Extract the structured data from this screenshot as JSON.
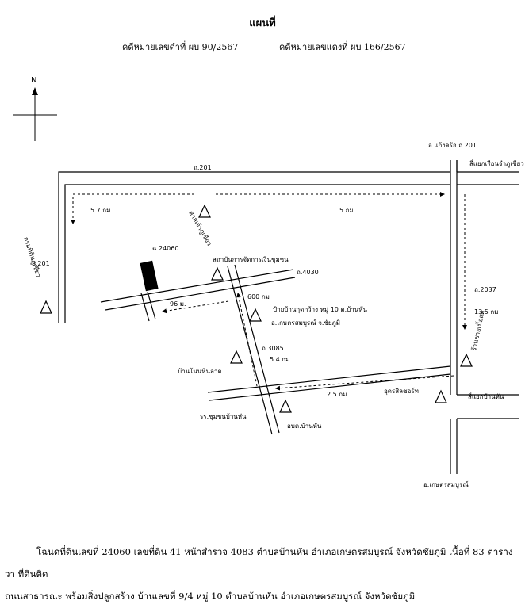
{
  "title": "แผนที่",
  "case_black": "คดีหมายเลขดำที่ ผบ 90/2567",
  "case_red": "คดีหมายเลขแดงที่ ผบ 166/2567",
  "north": "N",
  "labels": {
    "amphoe_kaengkhro": "อ.แก้งคร้อ ถ.201",
    "road201_top": "ถ.201",
    "road201_left": "ถ.201",
    "sae_ruenjam": "สี่แยกเรือนจำภูเขียว",
    "dist_5_7": "5.7 กม",
    "dist_5": "5 กม",
    "saan_chao": "ศาลเจ้าภูเขียว",
    "khoong_24060": "ฉ.24060",
    "sathaban": "สถาบันการจัดการเงินชุมชน",
    "road4030": "ถ.4030",
    "krom_thidin": "กรมที่ดินภูเขียว",
    "dist_600": "600 กม",
    "dist_96": "96 ม.",
    "pai_ban": "ป้ายบ้านกุดกว้าง หมู่ 10 ต.บ้านหัน",
    "amphoe_kaset": "อ.เกษตรสมบูรณ์ จ.ชัยภูมิ",
    "road3085": "ถ.3085",
    "dist_5_4": "5.4 กม",
    "road2037": "ถ.2037",
    "dist_13_5": "13.5 กม",
    "ran_khai": "ร้านขายเนื้อสด",
    "ban_non": "บ้านโนนหินลาด",
    "dist_2_5": "2.5 กม",
    "udon_sil": "อุดรสิลชอร์ท",
    "sae_banhan": "สี่แยกบ้านหัน",
    "school": "รร.ชุมชนบ้านหัน",
    "tambon_banhan": "อบต.บ้านหัน",
    "kaset_bottom": "อ.เกษตรสมบูรณ์"
  },
  "description_line1": "โฉนดที่ดินเลขที่ 24060 เลขที่ดิน 41 หน้าสำรวจ 4083 ตำบลบ้านหัน อำเภอเกษตรสมบูรณ์ จังหวัดชัยภูมิ เนื้อที่ 83 ตารางวา ที่ดินติด",
  "description_line2": "ถนนสาธารณะ พร้อมสิ่งปลูกสร้าง บ้านเลขที่ 9/4 หมู่ 10 ตำบลบ้านหัน อำเภอเกษตรสมบูรณ์ จังหวัดชัยภูมิ"
}
